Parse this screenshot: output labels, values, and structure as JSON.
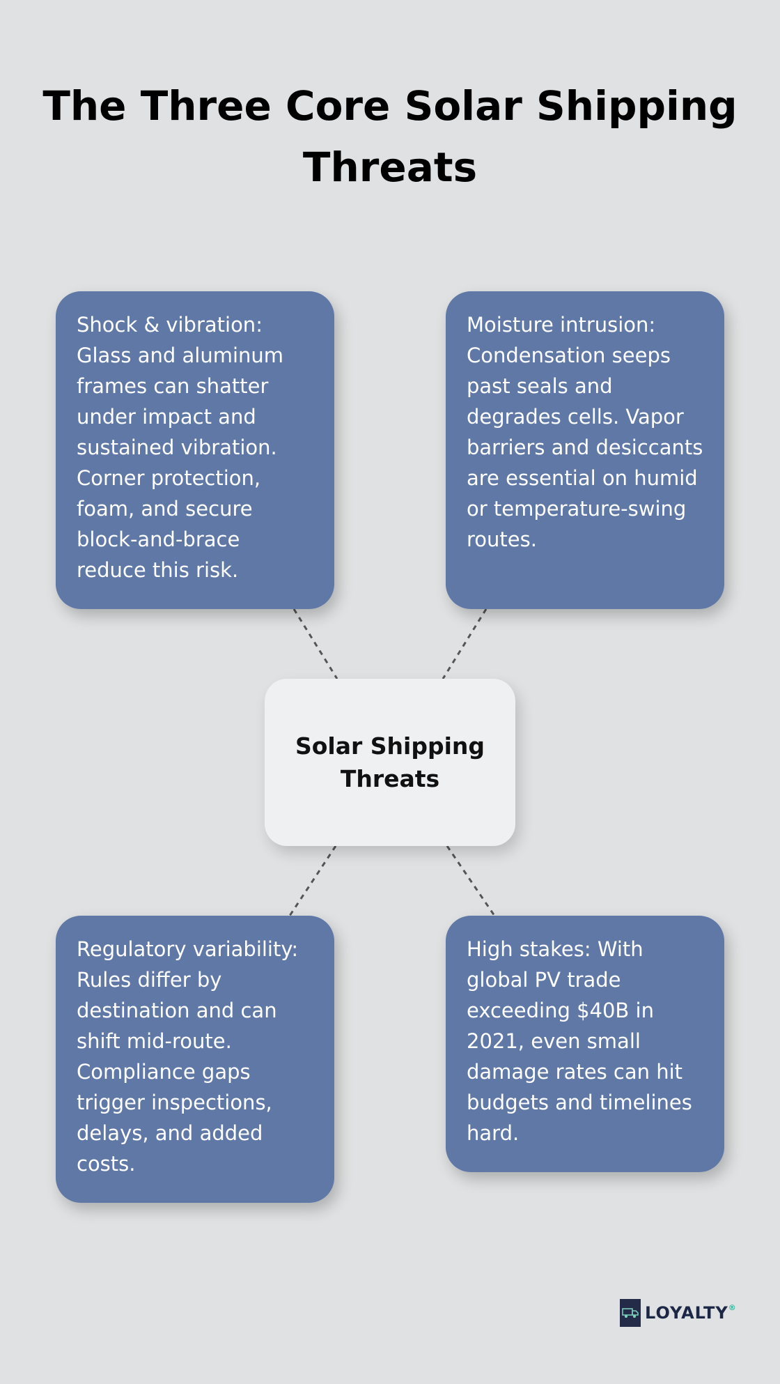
{
  "title": "The Three Core Solar Shipping Threats",
  "center": {
    "label": "Solar Shipping Threats"
  },
  "boxes": [
    {
      "text": "Shock & vibration: Glass and aluminum frames can shatter under impact and sustained vibration. Corner protection, foam, and secure block-and-brace reduce this risk."
    },
    {
      "text": "Moisture intrusion: Condensation seeps past seals and degrades cells. Vapor barriers and desiccants are essential on humid or temperature-swing routes."
    },
    {
      "text": "Regulatory variability: Rules differ by destination and can shift mid-route. Compliance gaps trigger inspections, delays, and added costs."
    },
    {
      "text": "High stakes: With global PV trade exceeding $40B in 2021, even small damage rates can hit budgets and timelines hard."
    }
  ],
  "brand": {
    "name": "LOYALTY",
    "mark": "®",
    "icon": "truck-logo-icon"
  },
  "colors": {
    "background": "#dfe1e2",
    "box": "#5f78a6",
    "center_box": "#eef0f2",
    "connector": "#555555"
  }
}
